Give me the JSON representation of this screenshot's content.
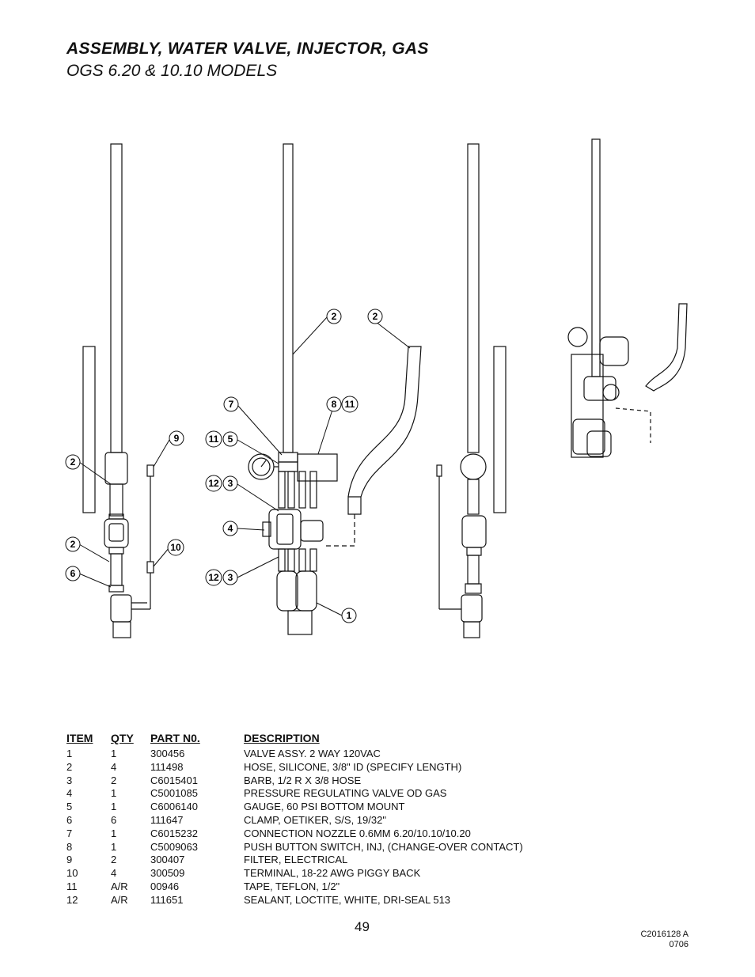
{
  "page": {
    "title": "ASSEMBLY, WATER VALVE, INJECTOR, GAS",
    "subtitle": "OGS 6.20 & 10.10 MODELS",
    "page_number": "49",
    "doc_ref_line1": "C2016128 A",
    "doc_ref_line2": "0706"
  },
  "callouts": [
    "2",
    "2",
    "6",
    "9",
    "10",
    "2",
    "2",
    "7",
    "8",
    "11",
    "11",
    "5",
    "12",
    "3",
    "4",
    "12",
    "3",
    "1"
  ],
  "parts_table": {
    "headers": {
      "item": "ITEM",
      "qty": "QTY",
      "part": "PART N0.",
      "description": "DESCRIPTION"
    },
    "rows": [
      {
        "item": "1",
        "qty": "1",
        "part": "300456",
        "description": "VALVE ASSY. 2 WAY 120VAC"
      },
      {
        "item": "2",
        "qty": "4",
        "part": "111498",
        "description": "HOSE, SILICONE, 3/8\" ID (SPECIFY LENGTH)"
      },
      {
        "item": "3",
        "qty": "2",
        "part": "C6015401",
        "description": "BARB, 1/2 R X 3/8 HOSE"
      },
      {
        "item": "4",
        "qty": "1",
        "part": "C5001085",
        "description": "PRESSURE REGULATING VALVE OD GAS"
      },
      {
        "item": "5",
        "qty": "1",
        "part": "C6006140",
        "description": "GAUGE, 60 PSI BOTTOM MOUNT"
      },
      {
        "item": "6",
        "qty": "6",
        "part": "111647",
        "description": "CLAMP, OETIKER, S/S, 19/32\""
      },
      {
        "item": "7",
        "qty": "1",
        "part": "C6015232",
        "description": "CONNECTION NOZZLE 0.6MM 6.20/10.10/10.20"
      },
      {
        "item": "8",
        "qty": "1",
        "part": "C5009063",
        "description": "PUSH BUTTON SWITCH, INJ, (CHANGE-OVER CONTACT)"
      },
      {
        "item": "9",
        "qty": "2",
        "part": "300407",
        "description": "FILTER, ELECTRICAL"
      },
      {
        "item": "10",
        "qty": "4",
        "part": "300509",
        "description": "TERMINAL, 18-22 AWG PIGGY BACK"
      },
      {
        "item": "11",
        "qty": "A/R",
        "part": "00946",
        "description": "TAPE, TEFLON, 1/2\""
      },
      {
        "item": "12",
        "qty": "A/R",
        "part": "111651",
        "description": "SEALANT, LOCTITE, WHITE, DRI-SEAL 513"
      }
    ]
  }
}
